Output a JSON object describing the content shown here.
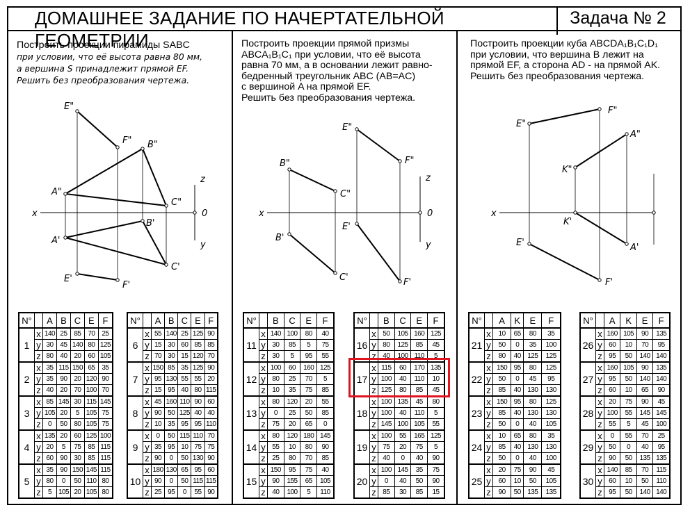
{
  "header": {
    "title": "ДОМАШНЕЕ ЗАДАНИЕ ПО НАЧЕРТАТЕЛЬНОЙ ГЕОМЕТРИИ",
    "task": "Задача № 2"
  },
  "tasks": [
    {
      "lines": [
        "Построить  проекции  пирамиды  SABC",
        "при условии, что её высота равна 80 мм,",
        "а вершина  S  принадлежит прямой EF.",
        "Решить без преобразования чертежа."
      ]
    },
    {
      "lines": [
        "Построить  проекции  прямой  призмы",
        "ABCA₁B₁C₁  при условии, что её высота",
        "равна 70 мм, а в основании лежит равно-",
        "бедренный  треугольник  ABC  (AB=AC)",
        "с вершиной A на прямой EF.",
        "Решить без преобразования чертежа."
      ]
    },
    {
      "lines": [
        "Построить проекции куба ABCDA₁B₁C₁D₁",
        "при  условии,  что  вершина  B  лежит  на",
        "прямой EF, а сторона AD - на прямой AK.",
        "Решить без преобразования чертежа."
      ]
    }
  ],
  "drawings": {
    "axis_x": "x",
    "axis_0": "0",
    "axis_z": "z",
    "axis_y": "y",
    "d1": {
      "E2": "E\"",
      "F2": "F\"",
      "B2": "B\"",
      "A2": "A\"",
      "C2": "C\"",
      "B1": "B'",
      "A1": "A'",
      "C1": "C'",
      "E1": "E'",
      "F1": "F'"
    },
    "d2": {
      "E2": "E\"",
      "F2": "F\"",
      "B2": "B\"",
      "C2": "C\"",
      "E1": "E'",
      "B1": "B'",
      "C1": "C'",
      "F1": "F'"
    },
    "d3": {
      "F2": "F\"",
      "E2": "E\"",
      "A2": "A\"",
      "K2": "K\"",
      "K1": "K'",
      "E1": "E'",
      "A1": "A'",
      "F1": "F'"
    }
  },
  "tables": [
    {
      "headers": [
        "N°",
        "",
        "A",
        "B",
        "C",
        "E",
        "F"
      ],
      "variants": [
        {
          "n": "1",
          "x": [
            "140",
            "25",
            "85",
            "70",
            "25"
          ],
          "y": [
            "30",
            "45",
            "140",
            "80",
            "125"
          ],
          "z": [
            "80",
            "40",
            "20",
            "60",
            "105"
          ]
        },
        {
          "n": "2",
          "x": [
            "35",
            "115",
            "150",
            "65",
            "35"
          ],
          "y": [
            "35",
            "90",
            "20",
            "120",
            "90"
          ],
          "z": [
            "40",
            "20",
            "70",
            "100",
            "70"
          ]
        },
        {
          "n": "3",
          "x": [
            "85",
            "145",
            "30",
            "115",
            "145"
          ],
          "y": [
            "105",
            "20",
            "5",
            "105",
            "75"
          ],
          "z": [
            "0",
            "50",
            "80",
            "105",
            "75"
          ]
        },
        {
          "n": "4",
          "x": [
            "135",
            "20",
            "60",
            "125",
            "100"
          ],
          "y": [
            "20",
            "5",
            "75",
            "85",
            "115"
          ],
          "z": [
            "60",
            "90",
            "30",
            "85",
            "115"
          ]
        },
        {
          "n": "5",
          "x": [
            "35",
            "90",
            "150",
            "145",
            "115"
          ],
          "y": [
            "80",
            "0",
            "50",
            "110",
            "80"
          ],
          "z": [
            "5",
            "105",
            "20",
            "105",
            "80"
          ]
        }
      ]
    },
    {
      "headers": [
        "N°",
        "",
        "A",
        "B",
        "C",
        "E",
        "F"
      ],
      "variants": [
        {
          "n": "6",
          "x": [
            "55",
            "140",
            "25",
            "125",
            "90"
          ],
          "y": [
            "15",
            "30",
            "60",
            "85",
            "85"
          ],
          "z": [
            "70",
            "30",
            "15",
            "120",
            "70"
          ]
        },
        {
          "n": "7",
          "x": [
            "150",
            "85",
            "35",
            "125",
            "90"
          ],
          "y": [
            "95",
            "130",
            "55",
            "55",
            "20"
          ],
          "z": [
            "15",
            "95",
            "40",
            "80",
            "115"
          ]
        },
        {
          "n": "8",
          "x": [
            "45",
            "160",
            "110",
            "90",
            "60"
          ],
          "y": [
            "90",
            "50",
            "125",
            "40",
            "40"
          ],
          "z": [
            "10",
            "35",
            "95",
            "95",
            "110"
          ]
        },
        {
          "n": "9",
          "x": [
            "0",
            "50",
            "115",
            "110",
            "70"
          ],
          "y": [
            "35",
            "95",
            "10",
            "75",
            "75"
          ],
          "z": [
            "90",
            "0",
            "50",
            "130",
            "90"
          ]
        },
        {
          "n": "10",
          "x": [
            "180",
            "130",
            "65",
            "95",
            "60"
          ],
          "y": [
            "90",
            "0",
            "50",
            "115",
            "115"
          ],
          "z": [
            "25",
            "95",
            "0",
            "55",
            "90"
          ]
        }
      ]
    },
    {
      "headers": [
        "N°",
        "",
        "B",
        "C",
        "E",
        "F"
      ],
      "variants": [
        {
          "n": "11",
          "x": [
            "140",
            "100",
            "80",
            "40"
          ],
          "y": [
            "30",
            "85",
            "5",
            "75"
          ],
          "z": [
            "30",
            "5",
            "95",
            "55"
          ]
        },
        {
          "n": "12",
          "x": [
            "100",
            "60",
            "160",
            "125"
          ],
          "y": [
            "80",
            "25",
            "70",
            "5"
          ],
          "z": [
            "10",
            "35",
            "75",
            "85"
          ]
        },
        {
          "n": "13",
          "x": [
            "80",
            "120",
            "20",
            "55"
          ],
          "y": [
            "0",
            "25",
            "50",
            "85"
          ],
          "z": [
            "75",
            "20",
            "65",
            "0"
          ]
        },
        {
          "n": "14",
          "x": [
            "80",
            "120",
            "180",
            "145"
          ],
          "y": [
            "55",
            "10",
            "80",
            "90"
          ],
          "z": [
            "25",
            "80",
            "70",
            "85"
          ]
        },
        {
          "n": "15",
          "x": [
            "150",
            "95",
            "75",
            "40"
          ],
          "y": [
            "90",
            "155",
            "65",
            "105"
          ],
          "z": [
            "40",
            "100",
            "5",
            "110"
          ]
        }
      ]
    },
    {
      "headers": [
        "N°",
        "",
        "B",
        "C",
        "E",
        "F"
      ],
      "variants": [
        {
          "n": "16",
          "x": [
            "50",
            "105",
            "160",
            "125"
          ],
          "y": [
            "80",
            "125",
            "85",
            "45"
          ],
          "z": [
            "40",
            "100",
            "110",
            "5"
          ]
        },
        {
          "n": "17",
          "x": [
            "115",
            "60",
            "170",
            "135"
          ],
          "y": [
            "100",
            "40",
            "110",
            "10"
          ],
          "z": [
            "125",
            "80",
            "85",
            "45"
          ]
        },
        {
          "n": "18",
          "x": [
            "100",
            "135",
            "45",
            "80"
          ],
          "y": [
            "100",
            "40",
            "110",
            "5"
          ],
          "z": [
            "145",
            "100",
            "105",
            "55"
          ]
        },
        {
          "n": "19",
          "x": [
            "100",
            "55",
            "165",
            "125"
          ],
          "y": [
            "75",
            "20",
            "75",
            "5"
          ],
          "z": [
            "40",
            "0",
            "40",
            "90"
          ]
        },
        {
          "n": "20",
          "x": [
            "100",
            "145",
            "35",
            "75"
          ],
          "y": [
            "0",
            "40",
            "50",
            "90"
          ],
          "z": [
            "85",
            "30",
            "85",
            "15"
          ]
        }
      ]
    },
    {
      "headers": [
        "N°",
        "",
        "A",
        "K",
        "E",
        "F"
      ],
      "variants": [
        {
          "n": "21",
          "x": [
            "10",
            "65",
            "80",
            "35"
          ],
          "y": [
            "50",
            "0",
            "35",
            "100"
          ],
          "z": [
            "80",
            "40",
            "125",
            "125"
          ]
        },
        {
          "n": "22",
          "x": [
            "150",
            "95",
            "80",
            "125"
          ],
          "y": [
            "50",
            "0",
            "45",
            "95"
          ],
          "z": [
            "85",
            "40",
            "130",
            "130"
          ]
        },
        {
          "n": "23",
          "x": [
            "150",
            "95",
            "80",
            "125"
          ],
          "y": [
            "85",
            "40",
            "130",
            "130"
          ],
          "z": [
            "50",
            "0",
            "40",
            "105"
          ]
        },
        {
          "n": "24",
          "x": [
            "10",
            "65",
            "80",
            "35"
          ],
          "y": [
            "85",
            "40",
            "130",
            "130"
          ],
          "z": [
            "50",
            "0",
            "40",
            "100"
          ]
        },
        {
          "n": "25",
          "x": [
            "20",
            "75",
            "90",
            "45"
          ],
          "y": [
            "60",
            "10",
            "50",
            "105"
          ],
          "z": [
            "90",
            "50",
            "135",
            "135"
          ]
        }
      ]
    },
    {
      "headers": [
        "N°",
        "",
        "A",
        "K",
        "E",
        "F"
      ],
      "variants": [
        {
          "n": "26",
          "x": [
            "160",
            "105",
            "90",
            "135"
          ],
          "y": [
            "60",
            "10",
            "70",
            "95"
          ],
          "z": [
            "95",
            "50",
            "140",
            "140"
          ]
        },
        {
          "n": "27",
          "x": [
            "160",
            "105",
            "90",
            "135"
          ],
          "y": [
            "95",
            "50",
            "140",
            "140"
          ],
          "z": [
            "60",
            "10",
            "65",
            "90"
          ]
        },
        {
          "n": "28",
          "x": [
            "20",
            "75",
            "90",
            "45"
          ],
          "y": [
            "100",
            "55",
            "145",
            "145"
          ],
          "z": [
            "55",
            "5",
            "45",
            "100"
          ]
        },
        {
          "n": "29",
          "x": [
            "0",
            "55",
            "70",
            "25"
          ],
          "y": [
            "50",
            "0",
            "40",
            "95"
          ],
          "z": [
            "90",
            "50",
            "135",
            "135"
          ]
        },
        {
          "n": "30",
          "x": [
            "140",
            "85",
            "70",
            "115"
          ],
          "y": [
            "60",
            "10",
            "50",
            "110"
          ],
          "z": [
            "95",
            "50",
            "140",
            "140"
          ]
        }
      ]
    }
  ]
}
